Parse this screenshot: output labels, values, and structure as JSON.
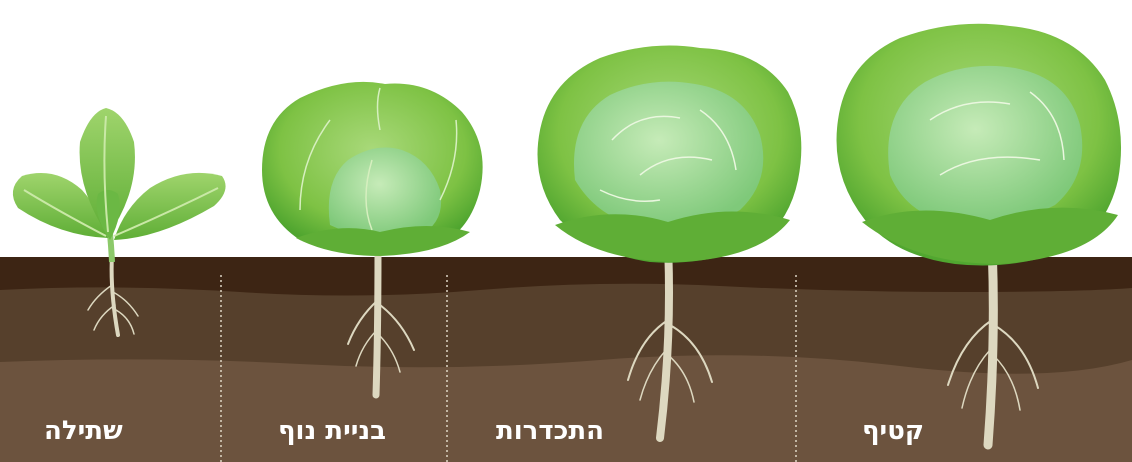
{
  "stages": [
    {
      "id": "seedling",
      "label": "שתילה"
    },
    {
      "id": "foliage",
      "label": "בניית נוף"
    },
    {
      "id": "heading",
      "label": "התכדרות"
    },
    {
      "id": "harvest",
      "label": "קטיף"
    }
  ],
  "colors": {
    "soil_top": "#3d2514",
    "soil_mid": "#56402c",
    "soil_low": "#6c533e",
    "leaf_dark": "#4fa52f",
    "leaf_mid": "#7ec244",
    "leaf_light": "#a9d97a",
    "head": "#8fd07e",
    "head_light": "#b8e3a8",
    "root": "#ddd8c0"
  }
}
